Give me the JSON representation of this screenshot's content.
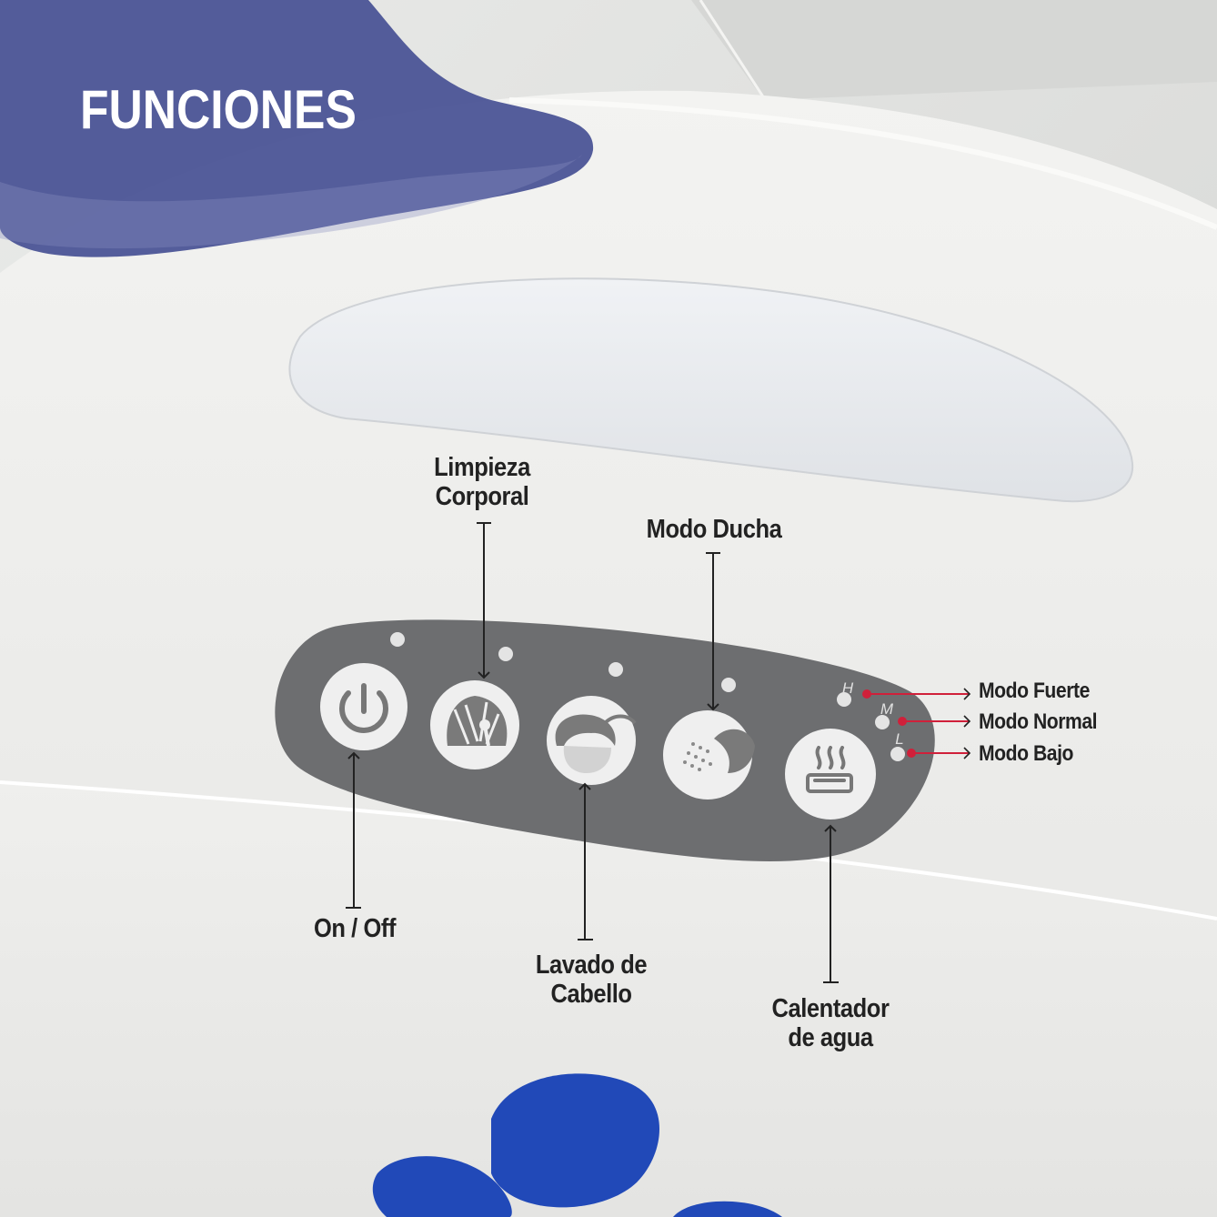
{
  "title": "FUNCIONES",
  "colors": {
    "banner": "#4b5496",
    "panel": "#6d6e70",
    "accent_red": "#d0203a",
    "logo_blue": "#2149b8"
  },
  "labels": {
    "limpieza_corporal": [
      "Limpieza",
      "Corporal"
    ],
    "modo_ducha": "Modo Ducha",
    "on_off": "On / Off",
    "lavado_cabello": [
      "Lavado de",
      "Cabello"
    ],
    "calentador": [
      "Calentador",
      "de agua"
    ],
    "modo_fuerte": "Modo Fuerte",
    "modo_normal": "Modo Normal",
    "modo_bajo": "Modo Bajo"
  },
  "panel_letters": {
    "high": "H",
    "medium": "M",
    "low": "L"
  },
  "buttons": [
    {
      "name": "power-button",
      "icon": "power-icon"
    },
    {
      "name": "body-clean-button",
      "icon": "body-clean-icon"
    },
    {
      "name": "hair-wash-button",
      "icon": "hair-wash-icon"
    },
    {
      "name": "shower-mode-button",
      "icon": "shower-icon"
    },
    {
      "name": "water-heater-button",
      "icon": "heater-icon"
    }
  ]
}
